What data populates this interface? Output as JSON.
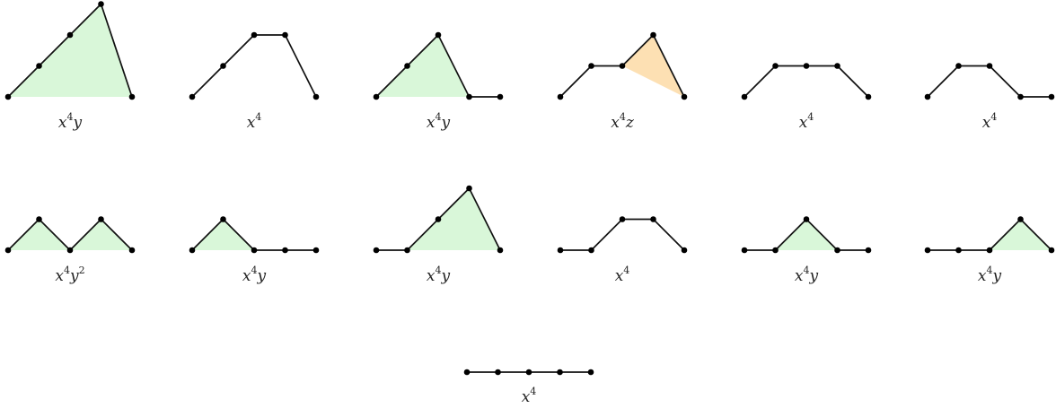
{
  "colors": {
    "path_stroke": "#111111",
    "vertex_fill": "#000000",
    "green_fill": "#d9f7d9",
    "orange_fill": "#fde0b3"
  },
  "paths": [
    {
      "label": {
        "base": "x",
        "exp": "4",
        "rest": "y",
        "rest_exp": ""
      },
      "heights": [
        0,
        1,
        2,
        3,
        0
      ],
      "shading": [
        {
          "type": "green",
          "points": [
            [
              0,
              0
            ],
            [
              3,
              3
            ],
            [
              4,
              0
            ]
          ]
        }
      ]
    },
    {
      "label": {
        "base": "x",
        "exp": "4",
        "rest": "",
        "rest_exp": ""
      },
      "heights": [
        0,
        1,
        2,
        2,
        0
      ],
      "shading": []
    },
    {
      "label": {
        "base": "x",
        "exp": "4",
        "rest": "y",
        "rest_exp": ""
      },
      "heights": [
        0,
        1,
        2,
        0,
        0
      ],
      "shading": [
        {
          "type": "green",
          "points": [
            [
              0,
              0
            ],
            [
              2,
              2
            ],
            [
              3,
              0
            ]
          ]
        }
      ]
    },
    {
      "label": {
        "base": "x",
        "exp": "4",
        "rest": "z",
        "rest_exp": ""
      },
      "heights": [
        0,
        1,
        1,
        2,
        0
      ],
      "shading": [
        {
          "type": "orange",
          "points": [
            [
              2,
              1
            ],
            [
              3,
              2
            ],
            [
              4,
              0
            ]
          ]
        }
      ]
    },
    {
      "label": {
        "base": "x",
        "exp": "4",
        "rest": "",
        "rest_exp": ""
      },
      "heights": [
        0,
        1,
        1,
        1,
        0
      ],
      "shading": []
    },
    {
      "label": {
        "base": "x",
        "exp": "4",
        "rest": "",
        "rest_exp": ""
      },
      "heights": [
        0,
        1,
        1,
        0,
        0
      ],
      "shading": []
    },
    {
      "label": {
        "base": "x",
        "exp": "4",
        "rest": "y",
        "rest_exp": "2"
      },
      "heights": [
        0,
        1,
        0,
        1,
        0
      ],
      "shading": [
        {
          "type": "green",
          "points": [
            [
              0,
              0
            ],
            [
              1,
              1
            ],
            [
              2,
              0
            ]
          ]
        },
        {
          "type": "green",
          "points": [
            [
              2,
              0
            ],
            [
              3,
              1
            ],
            [
              4,
              0
            ]
          ]
        }
      ]
    },
    {
      "label": {
        "base": "x",
        "exp": "4",
        "rest": "y",
        "rest_exp": ""
      },
      "heights": [
        0,
        1,
        0,
        0,
        0
      ],
      "shading": [
        {
          "type": "green",
          "points": [
            [
              0,
              0
            ],
            [
              1,
              1
            ],
            [
              2,
              0
            ]
          ]
        }
      ]
    },
    {
      "label": {
        "base": "x",
        "exp": "4",
        "rest": "y",
        "rest_exp": ""
      },
      "heights": [
        0,
        0,
        1,
        2,
        0
      ],
      "shading": [
        {
          "type": "green",
          "points": [
            [
              1,
              0
            ],
            [
              3,
              2
            ],
            [
              4,
              0
            ]
          ]
        }
      ]
    },
    {
      "label": {
        "base": "x",
        "exp": "4",
        "rest": "",
        "rest_exp": ""
      },
      "heights": [
        0,
        0,
        1,
        1,
        0
      ],
      "shading": []
    },
    {
      "label": {
        "base": "x",
        "exp": "4",
        "rest": "y",
        "rest_exp": ""
      },
      "heights": [
        0,
        0,
        1,
        0,
        0
      ],
      "shading": [
        {
          "type": "green",
          "points": [
            [
              1,
              0
            ],
            [
              2,
              1
            ],
            [
              3,
              0
            ]
          ]
        }
      ]
    },
    {
      "label": {
        "base": "x",
        "exp": "4",
        "rest": "y",
        "rest_exp": ""
      },
      "heights": [
        0,
        0,
        0,
        1,
        0
      ],
      "shading": [
        {
          "type": "green",
          "points": [
            [
              2,
              0
            ],
            [
              3,
              1
            ],
            [
              4,
              0
            ]
          ]
        }
      ]
    },
    {
      "label": {
        "base": "x",
        "exp": "4",
        "rest": "",
        "rest_exp": ""
      },
      "heights": [
        0,
        0,
        0,
        0,
        0
      ],
      "shading": []
    }
  ]
}
